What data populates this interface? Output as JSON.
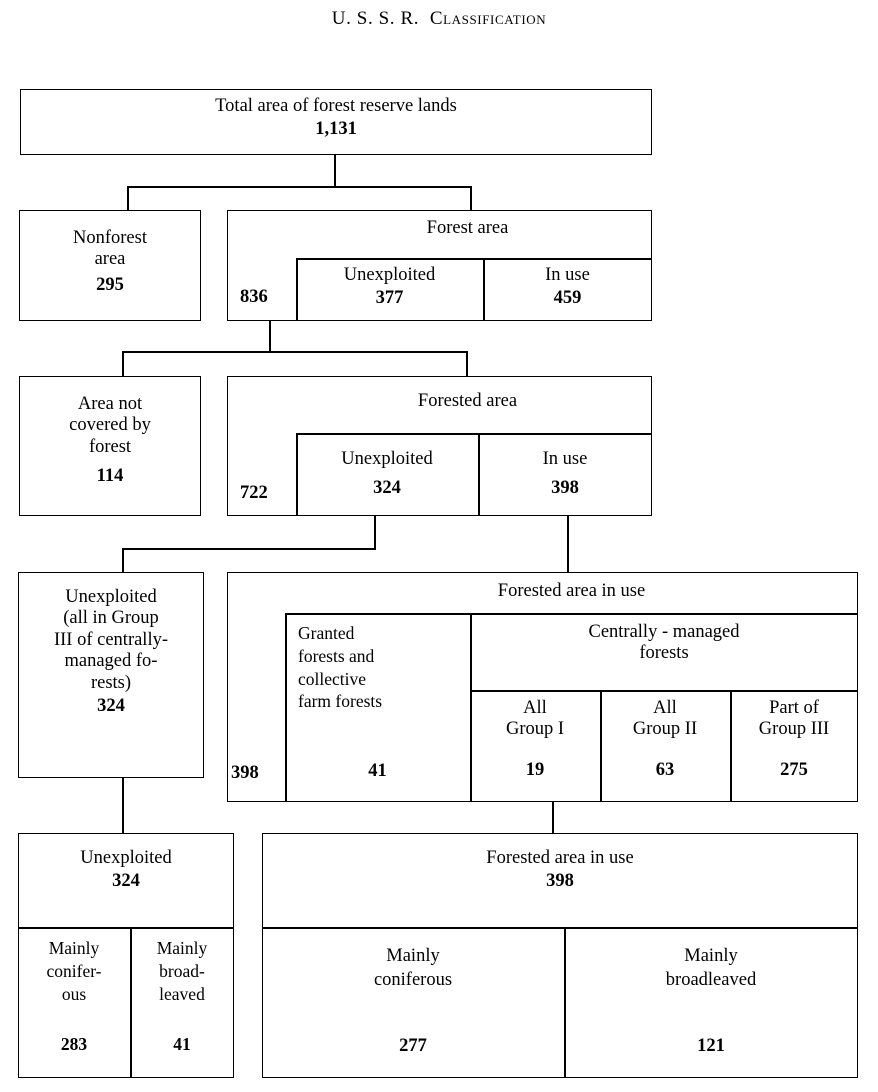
{
  "title": "U. S. S. R.  Classification",
  "units_note": "",
  "chart_data": {
    "type": "diagram",
    "title": "U. S. S. R.  Classification",
    "nodes": [
      {
        "id": "total",
        "label": "Total area of forest reserve lands",
        "value": "1,131"
      },
      {
        "id": "nonforest",
        "label": "Nonforest\narea",
        "value": "295"
      },
      {
        "id": "forest",
        "label": "Forest area",
        "value": "836",
        "children": [
          {
            "label": "Unexploited",
            "value": "377"
          },
          {
            "label": "In use",
            "value": "459"
          }
        ]
      },
      {
        "id": "notcovered",
        "label": "Area not\ncovered by\nforest",
        "value": "114"
      },
      {
        "id": "forested",
        "label": "Forested area",
        "value": "722",
        "children": [
          {
            "label": "Unexploited",
            "value": "324"
          },
          {
            "label": "In use",
            "value": "398"
          }
        ]
      },
      {
        "id": "unexploited_grp3",
        "label": "Unexploited\n(all in Group\nIII of centrally-\nmanaged fo-\nrests)",
        "value": "324"
      },
      {
        "id": "forested_in_use",
        "label": "Forested area in use",
        "value": "398",
        "children": [
          {
            "label": "Granted\nforests and\ncollective\nfarm forests",
            "value": "41"
          },
          {
            "label": "Centrally - managed\nforests",
            "children": [
              {
                "label": "All\nGroup I",
                "value": "19"
              },
              {
                "label": "All\nGroup II",
                "value": "63"
              },
              {
                "label": "Part of\nGroup III",
                "value": "275"
              }
            ]
          }
        ]
      },
      {
        "id": "unexploited_species",
        "label": "Unexploited",
        "value": "324",
        "children": [
          {
            "label": "Mainly\nconifer-\nous",
            "value": "283"
          },
          {
            "label": "Mainly\nbroad-\nleaved",
            "value": "41"
          }
        ]
      },
      {
        "id": "inuse_species",
        "label": "Forested area in use",
        "value": "398",
        "children": [
          {
            "label": "Mainly\nconiferous",
            "value": "277"
          },
          {
            "label": "Mainly\nbroadleaved",
            "value": "121"
          }
        ]
      }
    ]
  },
  "row1": {
    "total_label": "Total area of forest reserve lands",
    "total_value": "1,131"
  },
  "row2": {
    "nonforest_label": "Nonforest\narea",
    "nonforest_value": "295",
    "forest_label": "Forest area",
    "forest_value": "836",
    "unexploited_label": "Unexploited",
    "unexploited_value": "377",
    "inuse_label": "In use",
    "inuse_value": "459"
  },
  "row3": {
    "notcovered_label": "Area not\ncovered by\nforest",
    "notcovered_value": "114",
    "forested_label": "Forested area",
    "forested_value": "722",
    "unexploited_label": "Unexploited",
    "unexploited_value": "324",
    "inuse_label": "In use",
    "inuse_value": "398"
  },
  "row4": {
    "unexploited_label": "Unexploited\n(all in Group\nIII of centrally-\nmanaged fo-\nrests)",
    "unexploited_value": "324",
    "inuse_title": "Forested area in use",
    "inuse_value": "398",
    "granted_label": "Granted\nforests and\ncollective\nfarm forests",
    "granted_value": "41",
    "central_label": "Centrally - managed\nforests",
    "group1_label": "All\nGroup I",
    "group1_value": "19",
    "group2_label": "All\nGroup II",
    "group2_value": "63",
    "group3_label": "Part of\nGroup III",
    "group3_value": "275"
  },
  "row5": {
    "unexploited_label": "Unexploited",
    "unexploited_value": "324",
    "u_conifer_label": "Mainly\nconifer-\nous",
    "u_conifer_value": "283",
    "u_broad_label": "Mainly\nbroad-\nleaved",
    "u_broad_value": "41",
    "inuse_label": "Forested area in use",
    "inuse_value": "398",
    "i_conifer_label": "Mainly\nconiferous",
    "i_conifer_value": "277",
    "i_broad_label": "Mainly\nbroadleaved",
    "i_broad_value": "121"
  }
}
